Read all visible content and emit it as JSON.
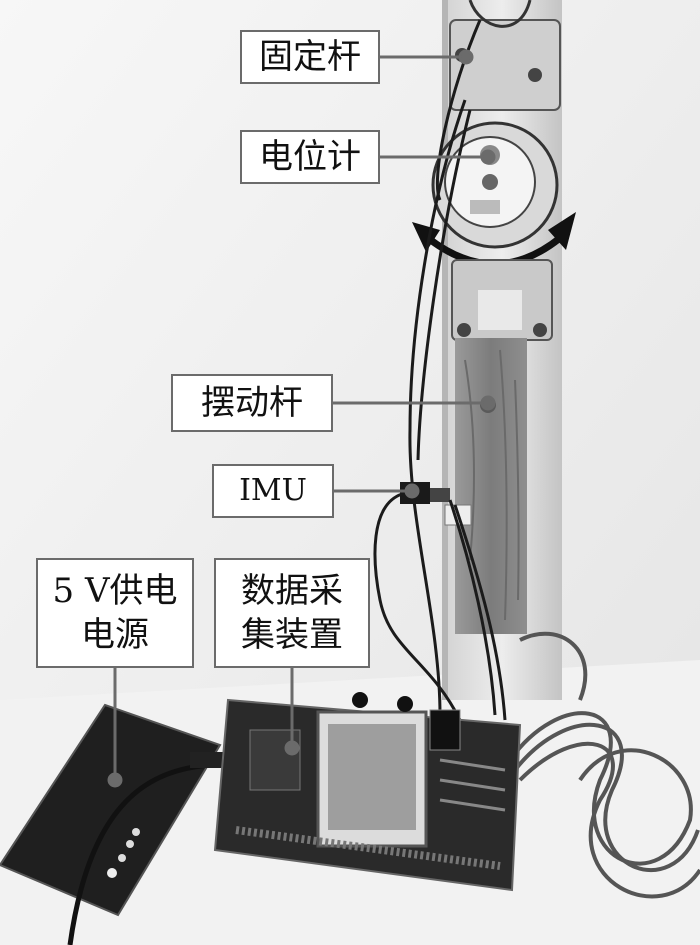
{
  "labels": {
    "fixed_rod": "固定杆",
    "potentiometer": "电位计",
    "swing_rod": "摆动杆",
    "imu": "IMU",
    "power_line1": "5 V供电",
    "power_line2": "电源",
    "daq_line1": "数据采",
    "daq_line2": "集装置"
  }
}
